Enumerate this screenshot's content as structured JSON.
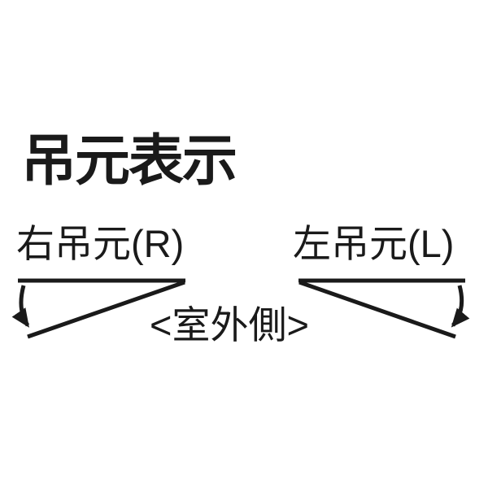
{
  "title": "吊元表示",
  "diagram": {
    "left": {
      "label": "右吊元(R)",
      "hinge_side": "right",
      "letter_code": "R"
    },
    "right": {
      "label": "左吊元(L)",
      "hinge_side": "left",
      "letter_code": "L"
    },
    "center_label": "<室外側>"
  },
  "colors": {
    "ink": "#1a1a1a",
    "background": "#ffffff"
  }
}
